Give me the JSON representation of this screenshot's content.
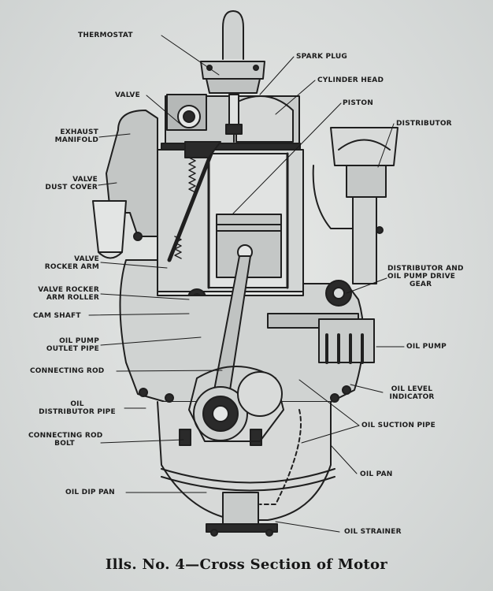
{
  "figure": {
    "caption": "Ills. No. 4—Cross Section of Motor"
  },
  "labels": {
    "thermostat": "THERMOSTAT",
    "spark_plug": "SPARK PLUG",
    "cylinder_head": "CYLINDER HEAD",
    "valve": "VALVE",
    "piston": "PISTON",
    "exhaust_manifold": [
      "EXHAUST",
      "MANIFOLD"
    ],
    "distributor": "DISTRIBUTOR",
    "valve_dust_cover": [
      "VALVE",
      "DUST COVER"
    ],
    "valve_rocker_arm": [
      "VALVE",
      "ROCKER ARM"
    ],
    "distributor_drive_gear": [
      "DISTRIBUTOR AND",
      "OIL PUMP DRIVE",
      "GEAR"
    ],
    "valve_rocker_arm_roller": [
      "VALVE ROCKER",
      "ARM ROLLER"
    ],
    "cam_shaft": "CAM SHAFT",
    "oil_pump_outlet_pipe": [
      "OIL PUMP",
      "OUTLET PIPE"
    ],
    "oil_pump": "OIL PUMP",
    "connecting_rod": "CONNECTING ROD",
    "oil_level_indicator": [
      "OIL LEVEL",
      "INDICATOR"
    ],
    "oil_distributor_pipe": [
      "OIL",
      "DISTRIBUTOR PIPE"
    ],
    "oil_suction_pipe": "OIL SUCTION PIPE",
    "connecting_rod_bolt": [
      "CONNECTING ROD",
      "BOLT"
    ],
    "oil_pan": "OIL PAN",
    "oil_dip_pan": "OIL DIP PAN",
    "oil_strainer": "OIL STRAINER"
  },
  "colors": {
    "paper": "#d9dcdc",
    "ink": "#1c1c1c",
    "shade": "#2a2a2a"
  }
}
